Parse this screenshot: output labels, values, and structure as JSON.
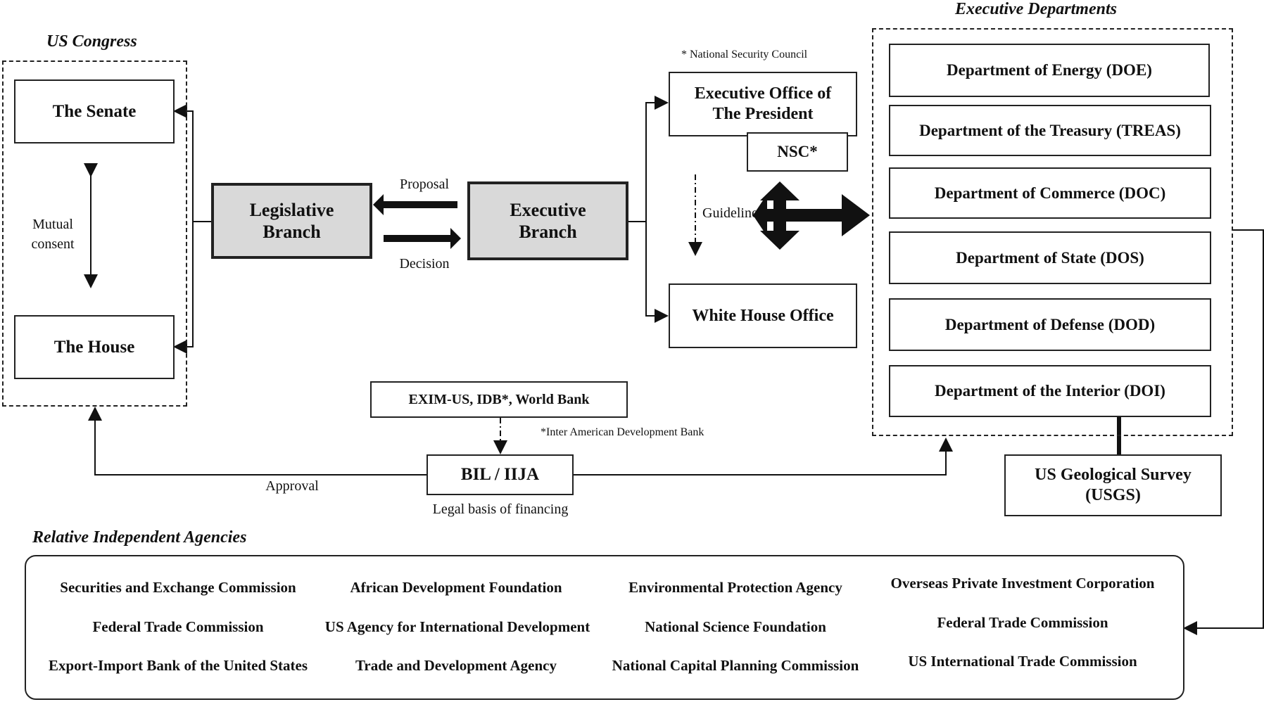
{
  "congress": {
    "title": "US Congress",
    "senate": "The Senate",
    "house": "The House",
    "mutual_consent_line1": "Mutual",
    "mutual_consent_line2": "consent"
  },
  "legislative": {
    "line1": "Legislative",
    "line2": "Branch"
  },
  "executive": {
    "line1": "Executive",
    "line2": "Branch"
  },
  "flow": {
    "proposal": "Proposal",
    "decision": "Decision"
  },
  "eop": {
    "note": "* National Security Council",
    "line1": "Executive Office of",
    "line2": "The President",
    "nsc": "NSC*",
    "guideline": "Guideline",
    "white_house": "White House Office"
  },
  "departments": {
    "title": "Executive Departments",
    "items": [
      "Department of Energy (DOE)",
      "Department of the Treasury (TREAS)",
      "Department of Commerce (DOC)",
      "Department of State (DOS)",
      "Department of Defense (DOD)",
      "Department of the Interior (DOI)"
    ],
    "usgs_line1": "US Geological Survey",
    "usgs_line2": "(USGS)"
  },
  "financing": {
    "banks": "EXIM-US, IDB*, World Bank",
    "idb_note": "*Inter American Development Bank",
    "bil": "BIL / IIJA",
    "legal_basis": "Legal basis of financing",
    "approval": "Approval"
  },
  "agencies": {
    "title": "Relative Independent Agencies",
    "items": [
      "Securities and Exchange Commission",
      "African Development Foundation",
      "Environmental Protection Agency",
      "Overseas Private Investment Corporation",
      "Federal Trade Commission",
      "US Agency for International Development",
      "National Science Foundation",
      "Federal Trade Commission",
      "Export-Import Bank of the United States",
      "Trade and Development Agency",
      "National Capital Planning Commission",
      "US International Trade Commission"
    ]
  }
}
